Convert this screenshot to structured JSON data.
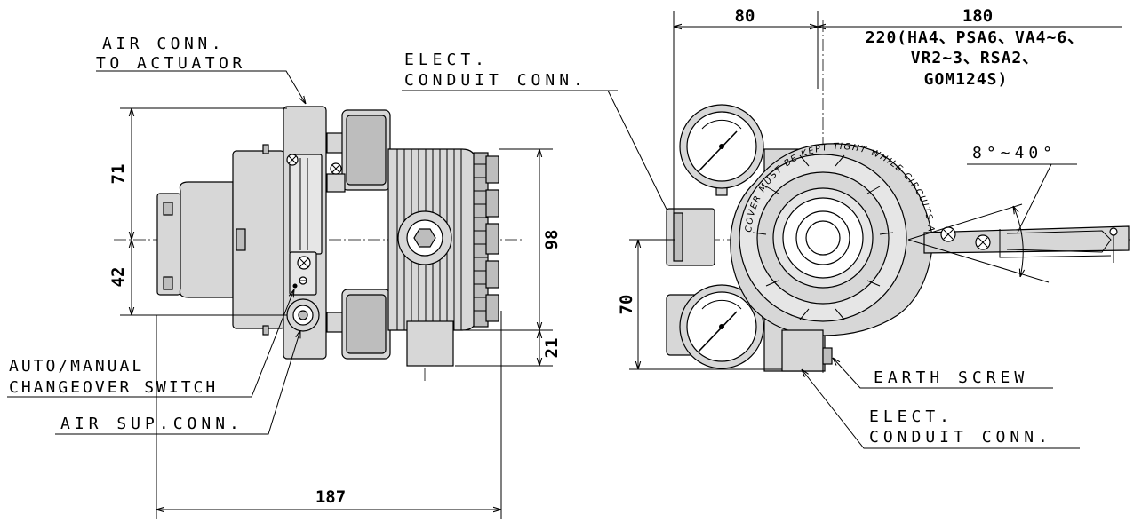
{
  "labels": {
    "air_conn_line1": "AIR CONN.",
    "air_conn_line2": "TO ACTUATOR",
    "elect_conduit_top_line1": "ELECT.",
    "elect_conduit_top_line2": "CONDUIT CONN.",
    "auto_manual_line1": "AUTO/MANUAL",
    "auto_manual_line2": "CHANGEOVER SWITCH",
    "air_sup_conn": "AIR SUP.CONN.",
    "earth_screw": "EARTH SCREW",
    "elect_conduit_bottom_line1": "ELECT.",
    "elect_conduit_bottom_line2": "CONDUIT CONN.",
    "cover_text": "COVER MUST BE KEPT TIGHT WHILE CIRCUITS ARE ALIVE"
  },
  "dimensions": {
    "d71": "71",
    "d42": "42",
    "d98": "98",
    "d21": "21",
    "d187": "187",
    "d80": "80",
    "d180": "180",
    "d70": "70",
    "d220_line1": "220(HA4、PSA6、VA4~6、",
    "d220_line2": "VR2~3、RSA2、",
    "d220_line3": "GOM124S)",
    "angle": "8°~40°"
  },
  "colors": {
    "line": "#000000",
    "body_fill": "#d7d7d7",
    "dark_fill": "#bdbdbd",
    "light_fill": "#e6e6e6",
    "background": "#ffffff"
  }
}
